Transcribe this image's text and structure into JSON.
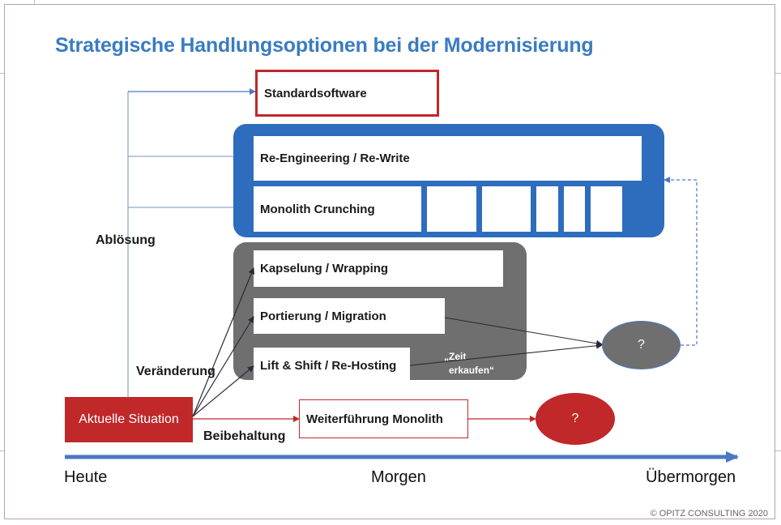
{
  "title": "Strategische Handlungsoptionen bei der Modernisierung",
  "colors": {
    "title": "#3a7cc0",
    "blue_panel": "#2e6dbd",
    "gray_panel": "#6f6f6f",
    "red_accent": "#c0282a",
    "arrow_blue": "#4a78c2"
  },
  "boxes": {
    "standardsoftware": "Standardsoftware",
    "reengineering": "Re-Engineering / Re-Write",
    "monolith_crunching": "Monolith Crunching",
    "kapselung": "Kapselung / Wrapping",
    "portierung": "Portierung / Migration",
    "lift_shift": "Lift & Shift / Re-Hosting",
    "aktuelle_situation": "Aktuelle Situation",
    "weiterfuehrung": "Weiterführung Monolith"
  },
  "labels": {
    "abloesung": "Ablösung",
    "veraenderung": "Veränderung",
    "beibehaltung": "Beibehaltung",
    "zeit_line1": "„Zeit",
    "zeit_line2": "erkaufen“"
  },
  "outcomes": {
    "gray": "?",
    "red": "?"
  },
  "timeline": {
    "heute": "Heute",
    "morgen": "Morgen",
    "uebermorgen": "Übermorgen"
  },
  "copyright": "© OPITZ CONSULTING 2020"
}
